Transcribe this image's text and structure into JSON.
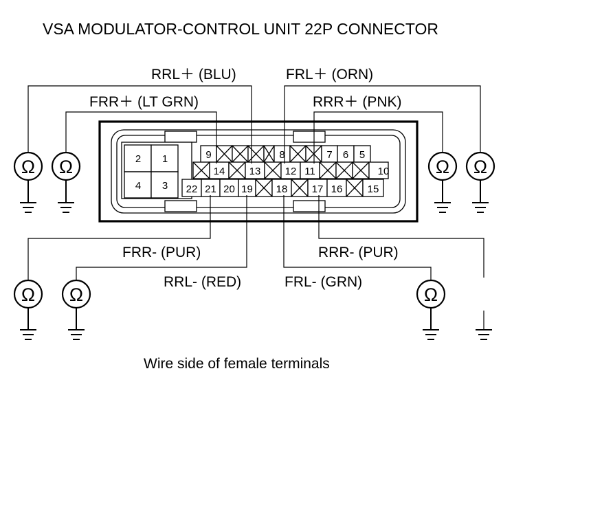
{
  "title": "VSA MODULATOR-CONTROL UNIT 22P CONNECTOR",
  "footer": "Wire side of female terminals",
  "ohm_symbol": "Ω",
  "labels": {
    "rrl_plus": "RRL＋ (BLU)",
    "frl_plus": "FRL＋ (ORN)",
    "frr_plus": "FRR＋ (LT GRN)",
    "rrr_plus": "RRR＋ (PNK)",
    "frr_minus": "FRR- (PUR)",
    "rrr_minus": "RRR- (PUR)",
    "rrl_minus": "RRL- (RED)",
    "frl_minus": "FRL- (GRN)"
  },
  "terminals": {
    "t1": "1",
    "t2": "2",
    "t3": "3",
    "t4": "4",
    "t5": "5",
    "t6": "6",
    "t7": "7",
    "t8": "8",
    "t9": "9",
    "t10": "10",
    "t11": "11",
    "t12": "12",
    "t13": "13",
    "t14": "14",
    "t15": "15",
    "t16": "16",
    "t17": "17",
    "t18": "18",
    "t19": "19",
    "t20": "20",
    "t21": "21",
    "t22": "22"
  }
}
